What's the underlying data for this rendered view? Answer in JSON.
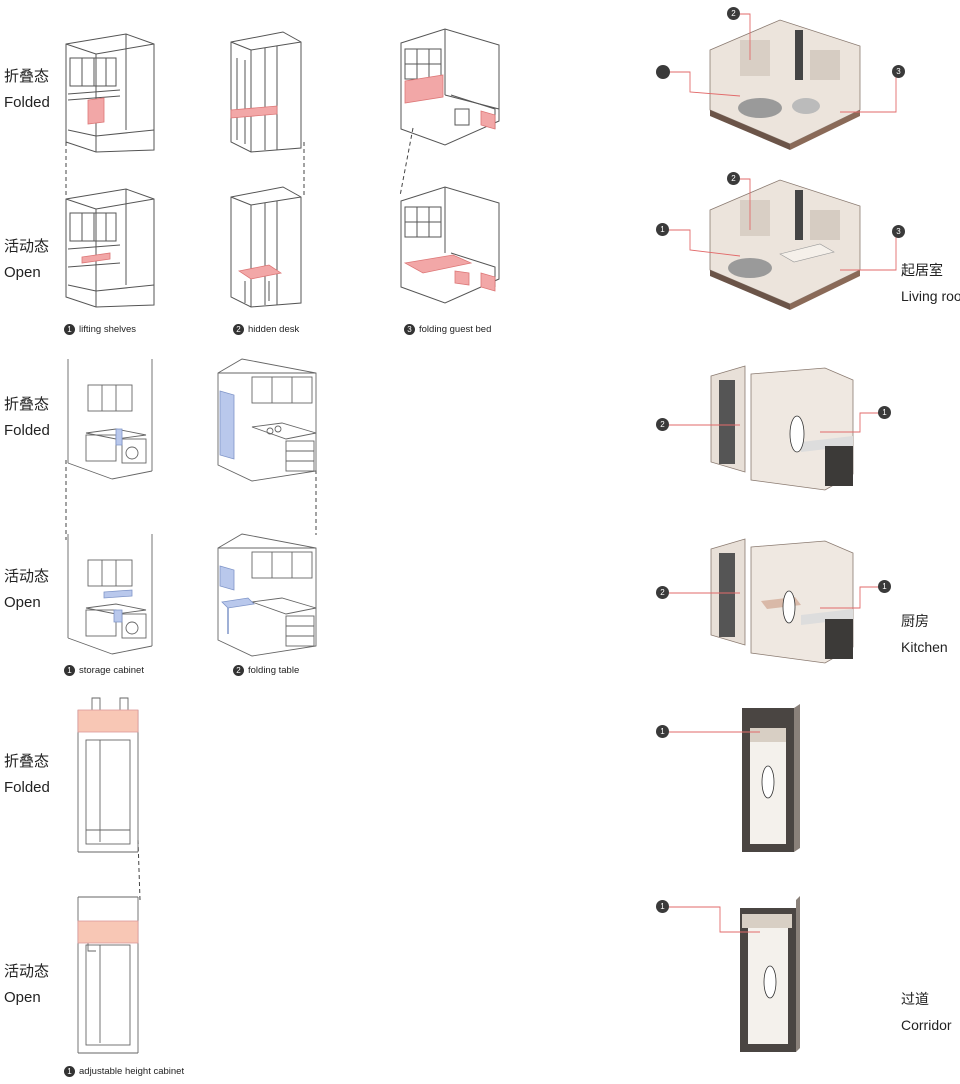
{
  "states": {
    "folded_cn": "折叠态",
    "folded_en": "Folded",
    "open_cn": "活动态",
    "open_en": "Open"
  },
  "captions": {
    "living": [
      {
        "num": "1",
        "label": "lifting shelves"
      },
      {
        "num": "2",
        "label": "hidden desk"
      },
      {
        "num": "3",
        "label": "folding guest bed"
      }
    ],
    "kitchen": [
      {
        "num": "1",
        "label": "storage cabinet"
      },
      {
        "num": "2",
        "label": "folding table"
      }
    ],
    "corridor": [
      {
        "num": "1",
        "label": "adjustable height cabinet"
      }
    ]
  },
  "rooms": {
    "living": {
      "cn": "起居室",
      "en": "Living room"
    },
    "kitchen": {
      "cn": "厨房",
      "en": "Kitchen"
    },
    "corridor": {
      "cn": "过道",
      "en": "Corridor"
    }
  },
  "callouts": {
    "one": "1",
    "two": "2",
    "three": "3"
  },
  "colors": {
    "highlight_red": "#f2a7a7",
    "highlight_blue": "#b9c8ec",
    "leader": "#e26a6a",
    "line": "#555555"
  }
}
